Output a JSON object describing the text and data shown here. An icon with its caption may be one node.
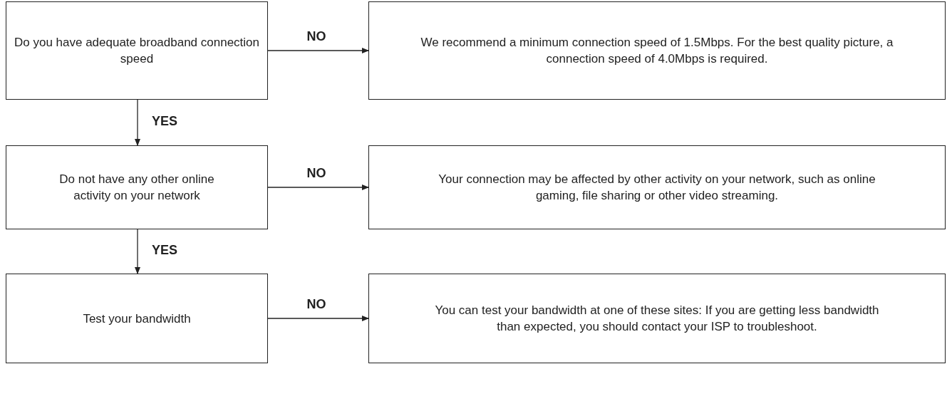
{
  "diagram": {
    "nodes": [
      {
        "text": [
          "Do you have adequate broadband connection speed"
        ]
      },
      {
        "text": [
          "We recommend a minimum connection speed of 1.5Mbps. For the best quality picture, a connection speed of 4.0Mbps is required."
        ]
      },
      {
        "text": [
          "Do not have any other online activity on your network"
        ]
      },
      {
        "text": [
          "Your connection may be affected by other activity on your network, such as online gaming, file sharing or other video streaming."
        ]
      },
      {
        "text": [
          "Test your bandwidth"
        ]
      },
      {
        "text": [
          "You can test your bandwidth at one of these sites: If you are getting less bandwidth than expected, you should contact your ISP to troubleshoot."
        ]
      }
    ],
    "edges": [
      {
        "from": 0,
        "to": 1,
        "arrow": "to",
        "label": "NO"
      },
      {
        "from": 0,
        "to": 2,
        "arrow": "to",
        "label": "YES"
      },
      {
        "from": 2,
        "to": 3,
        "arrow": "to",
        "label": "NO"
      },
      {
        "from": 2,
        "to": 4,
        "arrow": "to",
        "label": "YES"
      },
      {
        "from": 4,
        "to": 5,
        "arrow": "to",
        "label": "NO"
      }
    ]
  }
}
